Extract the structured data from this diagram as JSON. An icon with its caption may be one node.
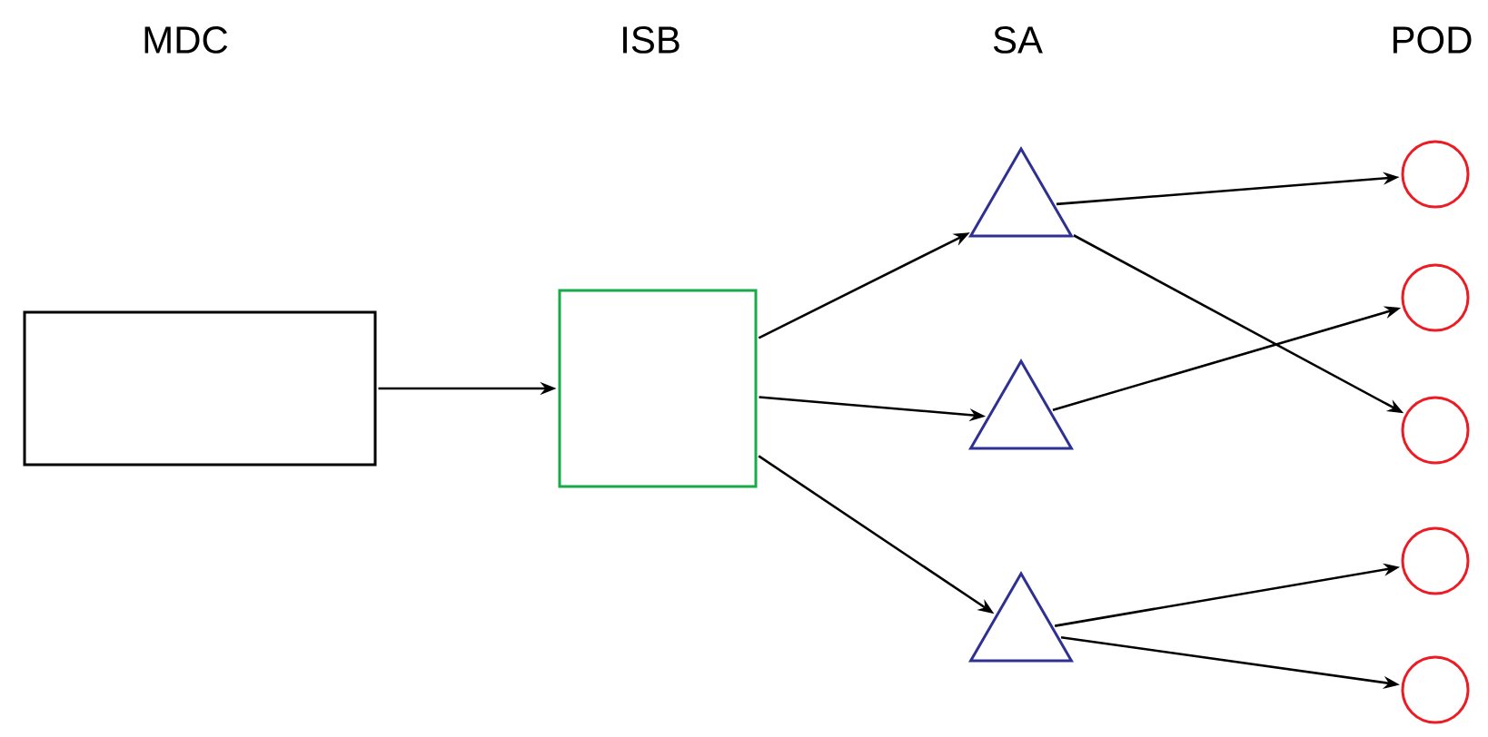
{
  "diagram": {
    "nodes": [
      {
        "text": [],
        "shape": "box"
      },
      {
        "text": [],
        "shape": "box"
      },
      {
        "text": [],
        "shape": "triangle"
      },
      {
        "text": [],
        "shape": "triangle"
      },
      {
        "text": [],
        "shape": "triangle"
      },
      {
        "text": [],
        "shape": "circle"
      },
      {
        "text": [],
        "shape": "circle"
      },
      {
        "text": [],
        "shape": "circle"
      },
      {
        "text": [],
        "shape": "circle"
      },
      {
        "text": [],
        "shape": "circle"
      }
    ],
    "edges": [
      {
        "from": 0,
        "to": 1,
        "arrow": "to"
      },
      {
        "from": 1,
        "to": 2,
        "arrow": "to"
      },
      {
        "from": 1,
        "to": 3,
        "arrow": "to"
      },
      {
        "from": 1,
        "to": 4,
        "arrow": "to"
      },
      {
        "from": 2,
        "to": 5,
        "arrow": "to"
      },
      {
        "from": 2,
        "to": 7,
        "arrow": "to"
      },
      {
        "from": 3,
        "to": 6,
        "arrow": "to"
      },
      {
        "from": 4,
        "to": 8,
        "arrow": "to"
      },
      {
        "from": 4,
        "to": 9,
        "arrow": "to"
      }
    ],
    "labels": [
      "MDC",
      "ISB",
      "SA",
      "POD"
    ]
  }
}
